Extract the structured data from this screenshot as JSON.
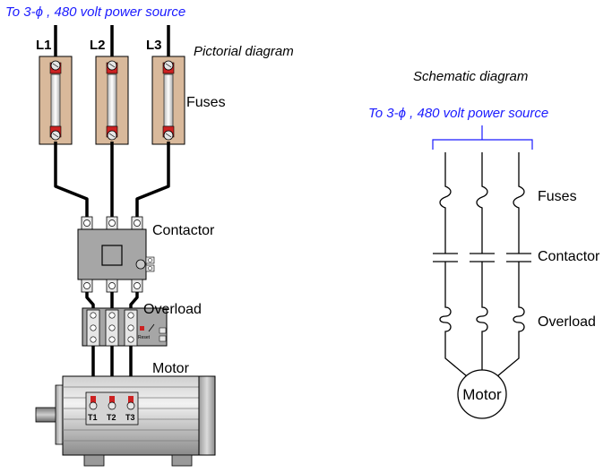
{
  "pictorial": {
    "source_label": "To 3-ϕ , 480 volt power source",
    "title": "Pictorial diagram",
    "lines": [
      "L1",
      "L2",
      "L3"
    ],
    "fuses_label": "Fuses",
    "contactor_label": "Contactor",
    "overload_label": "Overload",
    "motor_label": "Motor",
    "terminals": [
      "T1",
      "T2",
      "T3"
    ],
    "reset_label": "Reset"
  },
  "schematic": {
    "title": "Schematic diagram",
    "source_label": "To 3-ϕ , 480 volt power source",
    "fuses_label": "Fuses",
    "contactor_label": "Contactor",
    "overload_label": "Overload",
    "motor_label": "Motor"
  },
  "colors": {
    "source_text": "#1a1aff",
    "fuse_body": "#d9b99b",
    "gray_component": "#a6a6a6",
    "terminal_red": "#cc2222"
  }
}
